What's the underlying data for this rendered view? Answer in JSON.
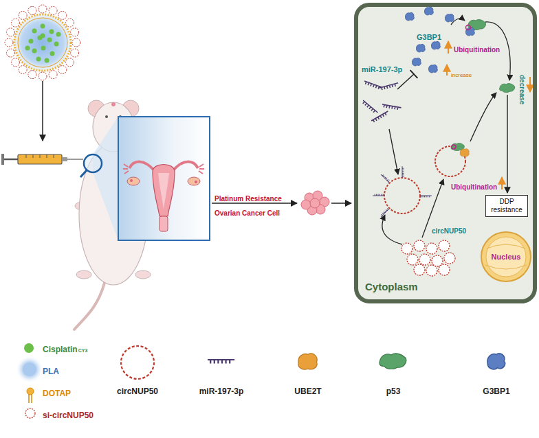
{
  "diagram": {
    "nodes": [
      {
        "text": [
          "Cytoplasm"
        ]
      },
      {
        "text": [
          "DDP resistance"
        ],
        "in": 0
      },
      {
        "text": [
          "Nucleus"
        ],
        "in": 0
      }
    ],
    "labels": [
      "Platinum Resistance",
      "Ovarian Cancer Cell",
      "miR-197-3p",
      "G3BP1",
      "increase",
      "Ubiquitination",
      "Ubiquitination",
      "decrease",
      "circNUP50",
      "CY3"
    ],
    "legend": [
      {
        "text": "Cisplatin",
        "color": "#6cc04a"
      },
      {
        "text": "PLA",
        "color": "#a9c9ee"
      },
      {
        "text": "DOTAP"
      },
      {
        "text": "si-circNUP50"
      },
      {
        "text": "circNUP50"
      },
      {
        "text": "miR-197-3p"
      },
      {
        "text": "UBE2T"
      },
      {
        "text": "p53"
      },
      {
        "text": "G3BP1"
      }
    ]
  }
}
